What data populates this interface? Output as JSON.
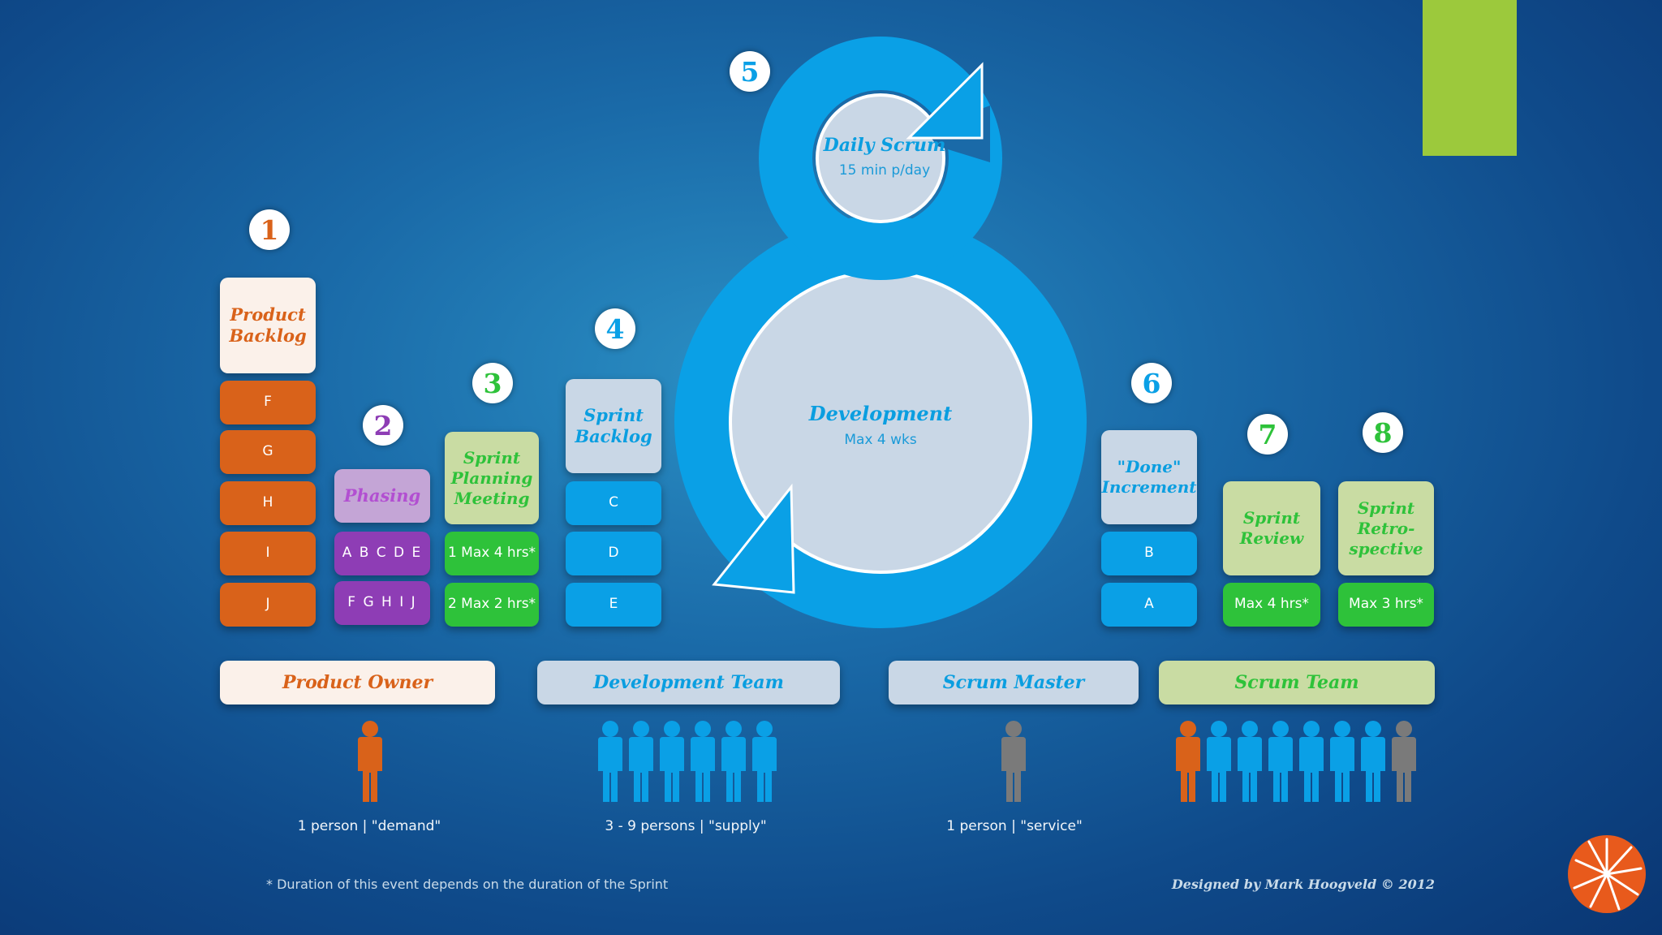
{
  "colors": {
    "orange": "#d9621a",
    "purple": "#8e3db5",
    "green": "#2ec23a",
    "light_green": "#c9dca3",
    "blue": "#0aa0e6",
    "light_blue": "#c9d7e6",
    "lime": "#9cc93c",
    "gray": "#7a7a7a"
  },
  "steps": [
    "1",
    "2",
    "3",
    "4",
    "5",
    "6",
    "7",
    "8"
  ],
  "product_backlog": {
    "title": "Product Backlog",
    "items": [
      "F",
      "G",
      "H",
      "I",
      "J"
    ]
  },
  "phasing": {
    "title": "Phasing",
    "items": [
      "A B C D E",
      "F G H I J"
    ]
  },
  "sprint_planning": {
    "title": "Sprint Planning Meeting",
    "items": [
      "1 Max 4 hrs*",
      "2 Max 2 hrs*"
    ]
  },
  "sprint_backlog": {
    "title": "Sprint Backlog",
    "items": [
      "C",
      "D",
      "E"
    ]
  },
  "daily_scrum": {
    "title": "Daily Scrum",
    "subtitle": "15 min p/day"
  },
  "development": {
    "title": "Development",
    "subtitle": "Max 4 wks"
  },
  "done_increment": {
    "title": "\"Done\" Increment",
    "items": [
      "B",
      "A"
    ]
  },
  "sprint_review": {
    "title": "Sprint Review",
    "duration": "Max 4 hrs*"
  },
  "sprint_retro": {
    "title": "Sprint Retro-spective",
    "duration": "Max 3 hrs*"
  },
  "roles": {
    "product_owner": {
      "label": "Product Owner",
      "caption": "1 person | \"demand\""
    },
    "development_team": {
      "label": "Development Team",
      "caption": "3 - 9 persons | \"supply\""
    },
    "scrum_master": {
      "label": "Scrum Master",
      "caption": "1 person | \"service\""
    },
    "scrum_team": {
      "label": "Scrum Team"
    }
  },
  "footnote": "* Duration of this event depends on the duration of the Sprint",
  "credit": "Designed by Mark Hoogveld © 2012",
  "icons": {
    "person": "person-icon",
    "logo": "starburst-logo-icon"
  }
}
